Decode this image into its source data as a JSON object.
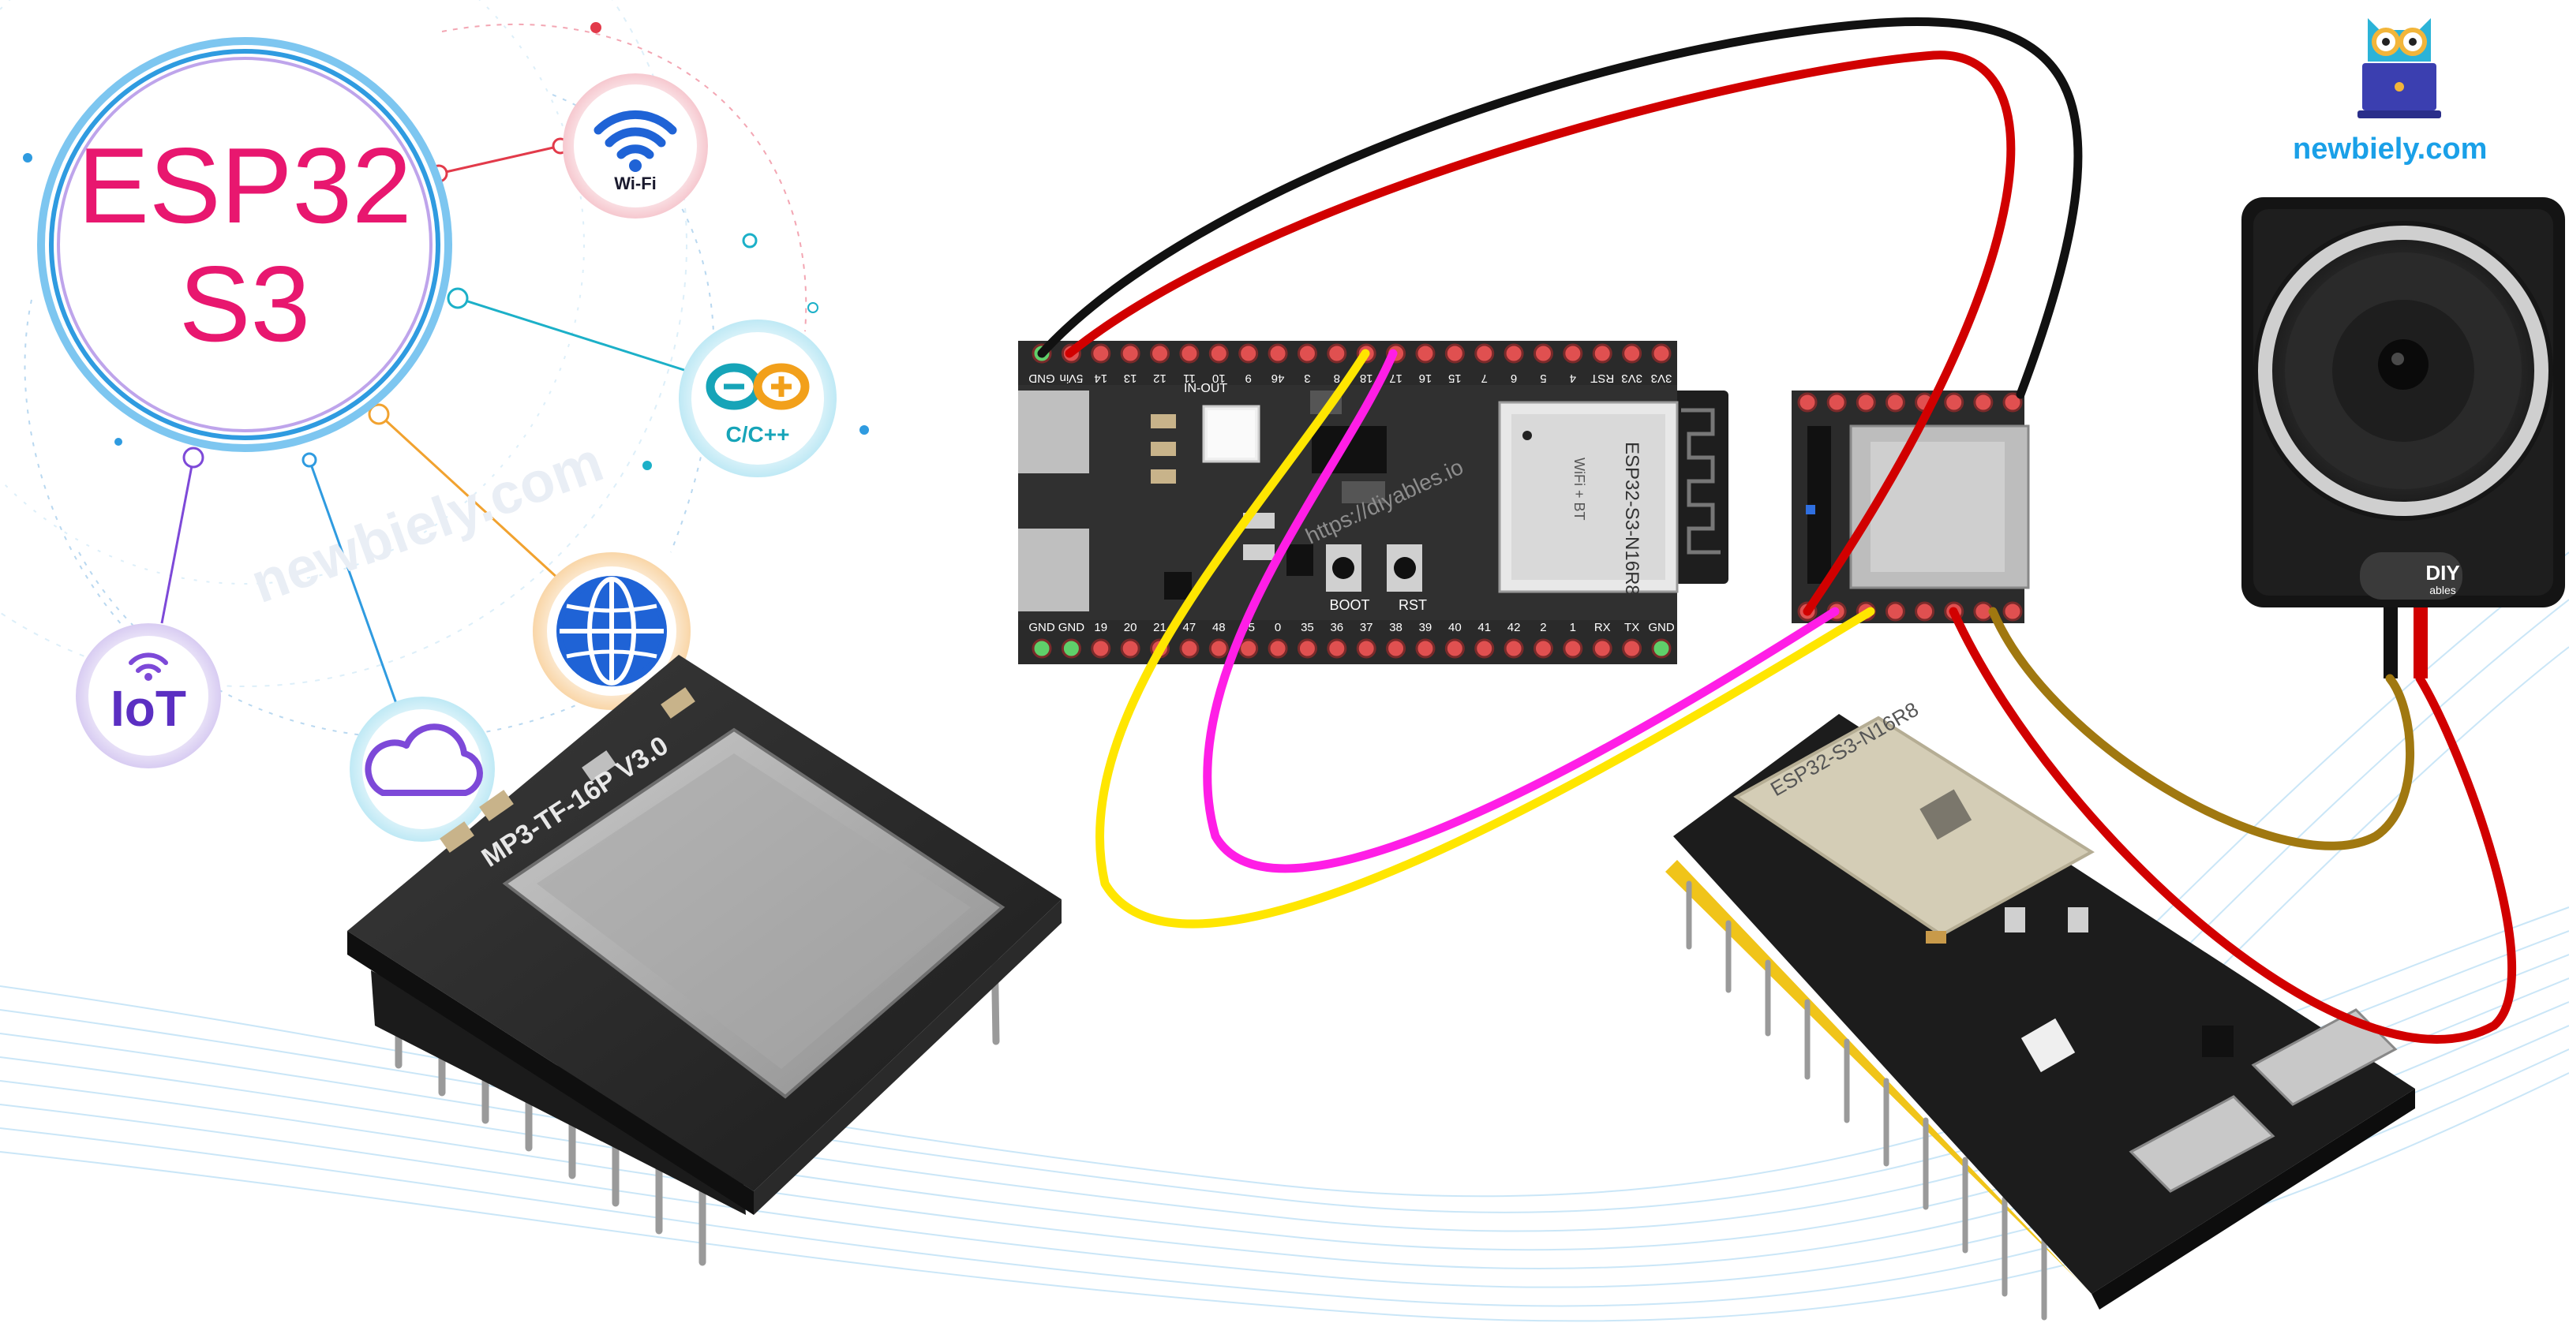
{
  "title": {
    "line1": "ESP32",
    "line2": "S3"
  },
  "badges": {
    "wifi": "Wi-Fi",
    "cpp": "C/C++",
    "iot": "IoT"
  },
  "watermark": {
    "left": "newbiely.com",
    "center": "https://diyables.io"
  },
  "logo": {
    "text": "newbiely.com"
  },
  "board_top": {
    "top_pins": [
      "GND",
      "5Vin",
      "14",
      "13",
      "12",
      "11",
      "10",
      "9",
      "46",
      "3",
      "8",
      "18",
      "17",
      "16",
      "15",
      "7",
      "6",
      "5",
      "4",
      "RST",
      "3V3",
      "3V3"
    ],
    "bottom_pins": [
      "GND",
      "GND",
      "19",
      "20",
      "21",
      "47",
      "48",
      "45",
      "0",
      "35",
      "36",
      "37",
      "38",
      "39",
      "40",
      "41",
      "42",
      "2",
      "1",
      "RX",
      "TX",
      "GND"
    ],
    "labels": {
      "inout": "IN-OUT",
      "boot": "BOOT",
      "rst": "RST",
      "module": "ESP32-S3-N16R8",
      "module_sub": "WiFi + BT"
    }
  },
  "module_mp3_label": "MP3-TF-16P V3.0",
  "speaker": {
    "brand_top": "DIY",
    "brand_bottom": "ables"
  },
  "board_photo": {
    "chip_label": "ESP32-S3-N16R8"
  },
  "colors": {
    "accent": "#e8176f",
    "red_wire": "#d10000",
    "black_wire": "#111111",
    "yellow_wire": "#ffe600",
    "magenta_wire": "#ff1ee6",
    "olive_wire": "#a07810",
    "board": "#2c2c2c",
    "logo_blue": "#1aa0e8"
  }
}
